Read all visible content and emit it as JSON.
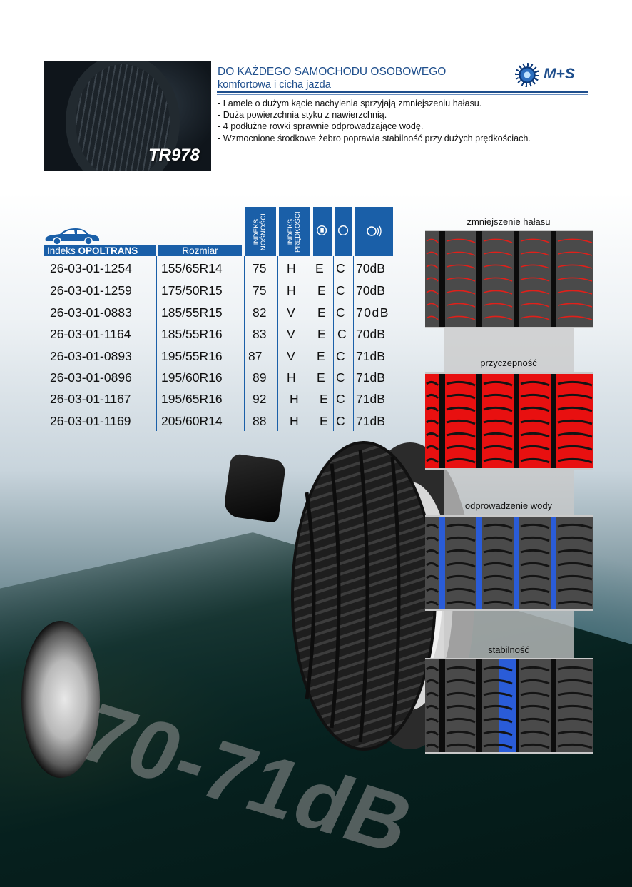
{
  "header": {
    "product_name": "TR978",
    "title": "DO KAŻDEGO SAMOCHODU OSOBOWEGO",
    "subtitle": "komfortowa i cicha jazda",
    "features": [
      "- Lamele o dużym kącie nachylenia sprzyjają zmniejszeniu hałasu.",
      "- Duża powierzchnia styku z nawierzchnią.",
      "- 4 podłużne rowki sprawnie odprowadzające wodę.",
      "- Wzmocnione środkowe żebro poprawia stabilność przy dużych prędkościach."
    ],
    "badge_text": "M+S",
    "badge_icon": "snowflake-sun-icon"
  },
  "table": {
    "col_index_prefix": "Indeks ",
    "col_index_brand": "OPOLTRANS",
    "col_size": "Rozmiar",
    "col_load": "INDEKS NOŚNOŚCI",
    "col_speed": "INDEKS PRĘDKOŚCI",
    "icon_fuel": "fuel-efficiency-icon",
    "icon_wet": "wet-grip-icon",
    "icon_noise": "noise-icon",
    "rows": [
      {
        "index": "26-03-01-1254",
        "size": "155/65R14",
        "load": "75",
        "speed": "H",
        "fuel": "E",
        "wet": "C",
        "noise": "70dB"
      },
      {
        "index": "26-03-01-1259",
        "size": "175/50R15",
        "load": "75",
        "speed": "H",
        "fuel": "E",
        "wet": "C",
        "noise": "70dB"
      },
      {
        "index": "26-03-01-0883",
        "size": "185/55R15",
        "load": "82",
        "speed": "V",
        "fuel": "E",
        "wet": "C",
        "noise": "70dB"
      },
      {
        "index": "26-03-01-1164",
        "size": "185/55R16",
        "load": "83",
        "speed": "V",
        "fuel": "E",
        "wet": "C",
        "noise": "70dB"
      },
      {
        "index": "26-03-01-0893",
        "size": "195/55R16",
        "load": "87",
        "speed": "V",
        "fuel": "E",
        "wet": "C",
        "noise": "71dB"
      },
      {
        "index": "26-03-01-0896",
        "size": "195/60R16",
        "load": "89",
        "speed": "H",
        "fuel": "E",
        "wet": "C",
        "noise": "71dB"
      },
      {
        "index": "26-03-01-1167",
        "size": "195/65R16",
        "load": "92",
        "speed": "H",
        "fuel": "E",
        "wet": "C",
        "noise": "71dB"
      },
      {
        "index": "26-03-01-1169",
        "size": "205/60R14",
        "load": "88",
        "speed": "H",
        "fuel": "E",
        "wet": "C",
        "noise": "71dB"
      }
    ]
  },
  "tread_panels": [
    {
      "label": "zmniejszenie hałasu",
      "highlight": "#e0201a",
      "mode": "sipes"
    },
    {
      "label": "przyczepność",
      "highlight": "#e81010",
      "mode": "fill"
    },
    {
      "label": "odprowadzenie wody",
      "highlight": "#2a5cd8",
      "mode": "grooves"
    },
    {
      "label": "stabilność",
      "highlight": "#2a5cd8",
      "mode": "center"
    }
  ],
  "big_text": "70-71dB",
  "colors": {
    "brand_blue": "#1a5fa8",
    "title_blue": "#1e4e8c"
  }
}
